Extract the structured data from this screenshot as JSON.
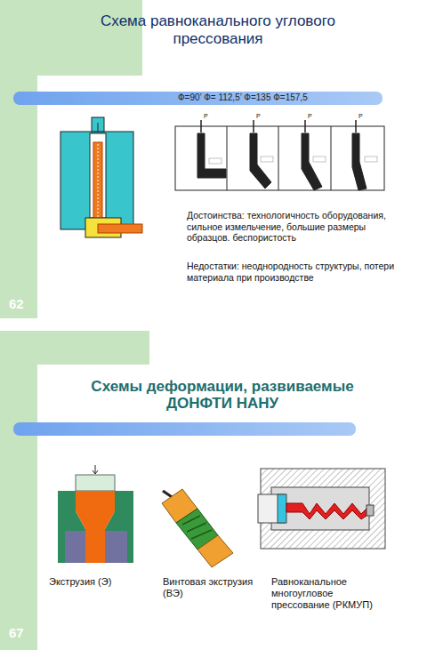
{
  "diagram": {
    "title": "Схема равноканального углового прессования",
    "labels": [
      "Ф=90’ Ф= 112,5’ Ф=135 Ф=157,5",
      "P",
      "P",
      "P",
      "P",
      "Достоинства: технологичность оборудования, сильное измельчение, большие размеры образцов. беспористость",
      "Недостатки: неоднородность структуры, потери материала при производстве",
      "62",
      "Схемы деформации, развиваемые ДОНФТИ НАНУ",
      "Экструзия (Э)",
      "Винтовая экструзия (ВЭ)",
      "Равноканальное многоугловое прессование (РКМУП)",
      "67"
    ]
  }
}
